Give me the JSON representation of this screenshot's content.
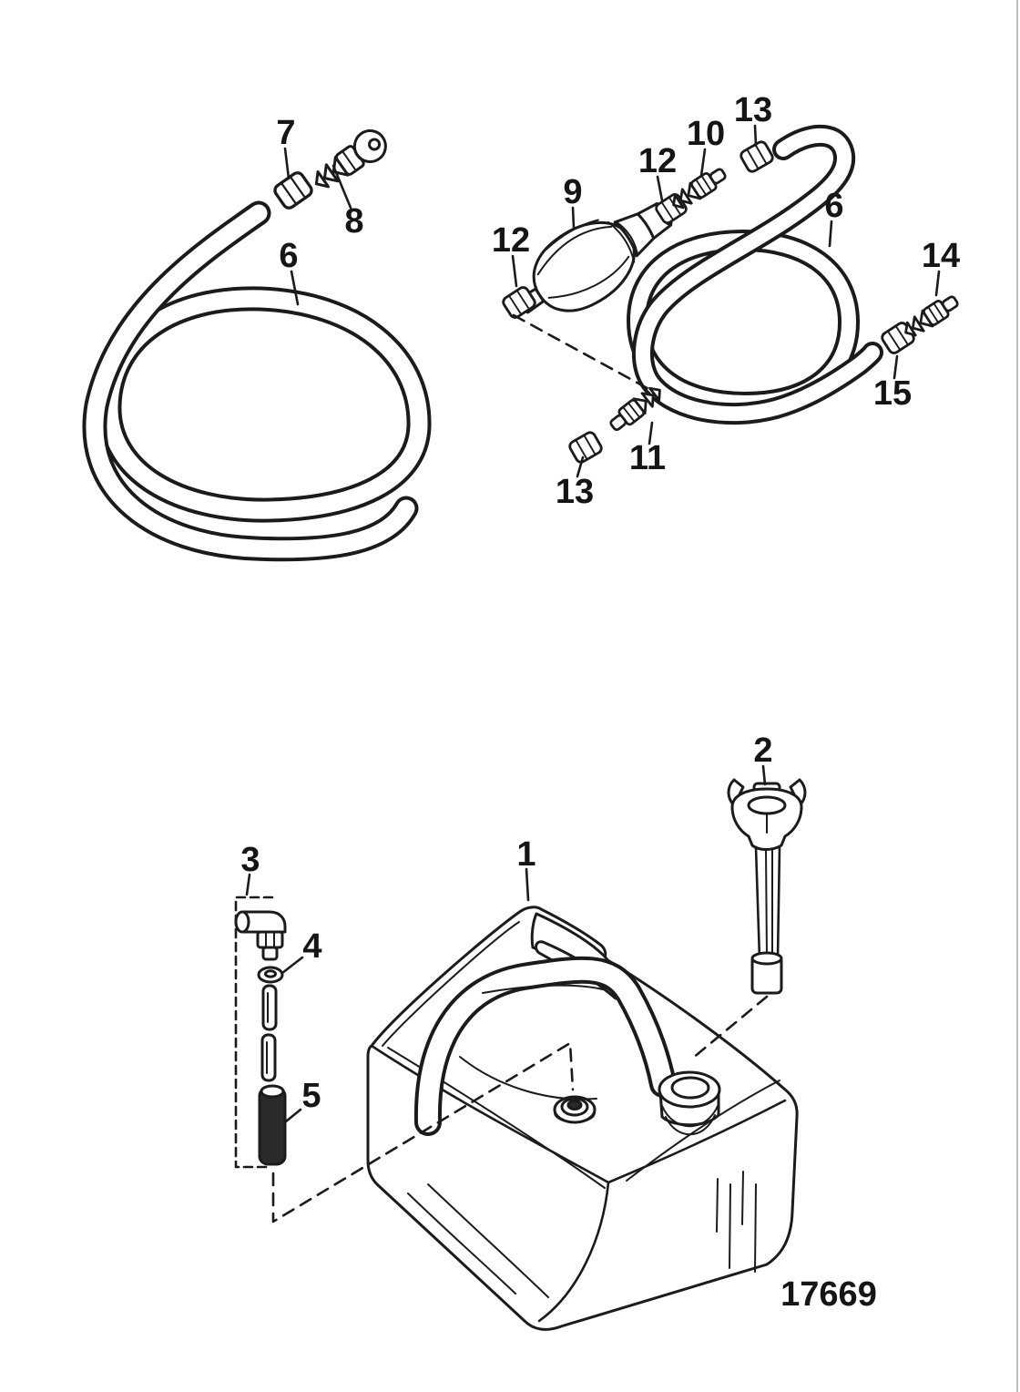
{
  "colors": {
    "ink": "#1b1b1b",
    "paper": "#ffffff"
  },
  "figure_number": {
    "text": "17669"
  },
  "callouts": [
    {
      "id": "7",
      "text": "7"
    },
    {
      "id": "8",
      "text": "8"
    },
    {
      "id": "6a",
      "text": "6"
    },
    {
      "id": "13a",
      "text": "13"
    },
    {
      "id": "10",
      "text": "10"
    },
    {
      "id": "12b",
      "text": "12"
    },
    {
      "id": "9",
      "text": "9"
    },
    {
      "id": "6b",
      "text": "6"
    },
    {
      "id": "12a",
      "text": "12"
    },
    {
      "id": "14",
      "text": "14"
    },
    {
      "id": "15",
      "text": "15"
    },
    {
      "id": "11",
      "text": "11"
    },
    {
      "id": "13b",
      "text": "13"
    },
    {
      "id": "2",
      "text": "2"
    },
    {
      "id": "1",
      "text": "1"
    },
    {
      "id": "3",
      "text": "3"
    },
    {
      "id": "4",
      "text": "4"
    },
    {
      "id": "5",
      "text": "5"
    }
  ]
}
